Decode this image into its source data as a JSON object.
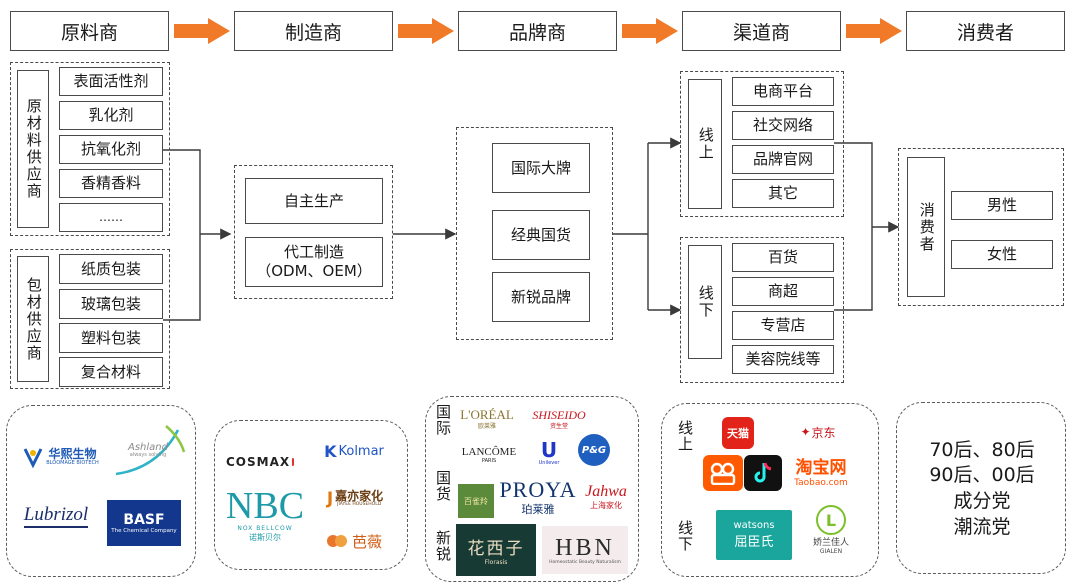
{
  "headers": [
    "原料商",
    "制造商",
    "品牌商",
    "渠道商",
    "消费者"
  ],
  "raw": {
    "group1_label": "原材料供应商",
    "group1_items": [
      "表面活性剂",
      "乳化剂",
      "抗氧化剂",
      "香精香料",
      "……"
    ],
    "group2_label": "包材供应商",
    "group2_items": [
      "纸质包装",
      "玻璃包装",
      "塑料包装",
      "复合材料"
    ]
  },
  "manufacturer": {
    "items": [
      "自主生产",
      "代工制造",
      "（ODM、OEM）"
    ]
  },
  "brand": {
    "items": [
      "国际大牌",
      "经典国货",
      "新锐品牌"
    ]
  },
  "channel": {
    "online_label": "线上",
    "online_items": [
      "电商平台",
      "社交网络",
      "品牌官网",
      "其它"
    ],
    "offline_label": "线下",
    "offline_items": [
      "百货",
      "商超",
      "专营店",
      "美容院线等"
    ]
  },
  "consumer": {
    "label": "消费者",
    "items": [
      "男性",
      "女性"
    ]
  },
  "logos": {
    "raw": {
      "huaxi": "华熙生物",
      "huaxi_sub": "BLOOMAGE BIOTECH",
      "ashland": "Ashland",
      "ashland_sub": "always solving",
      "lubrizol": "Lubrizol",
      "basf": "BASF",
      "basf_sub": "The Chemical Company"
    },
    "mfg": {
      "cosmax": "COSMAX",
      "kolmar": "Kolmar",
      "nbc": "NBC",
      "nbc_sub": "NOX BELLCOW",
      "nbc_cn": "诺斯贝尔",
      "jiayi": "嘉亦家化",
      "jiayi_sub": "JIAYEE HOUSEHOLD",
      "bawei": "芭薇"
    },
    "brand": {
      "intl_label": "国际",
      "domestic_label": "国货",
      "new_label": "新锐",
      "loreal": "L'ORÉAL",
      "loreal_cn": "欧莱雅",
      "shiseido": "SHISEIDO",
      "shiseido_cn": "资生堂",
      "lancome": "LANCÔME",
      "lancome_sub": "PARIS",
      "unilever": "Unilever",
      "pg": "P&G",
      "baique": "百雀羚",
      "proya": "PROYA",
      "proya_cn": "珀莱雅",
      "jahwa": "Jahwa",
      "jahwa_cn": "上海家化",
      "huaxizi": "花西子",
      "huaxizi_sub": "Florasis",
      "hbn": "HBN",
      "hbn_sub": "Homeostatic Beauty Naturalism"
    },
    "channel": {
      "online_label": "线上",
      "offline_label": "线下",
      "tmall": "天猫",
      "jd": "京东",
      "taobao": "淘宝网",
      "taobao_sub": "Taobao.com",
      "watsons": "watsons",
      "watsons_cn": "屈臣氏",
      "gialen": "娇兰佳人",
      "gialen_sub": "GIALEN"
    },
    "consumer": [
      "70后、80后",
      "90后、00后",
      "成分党",
      "潮流党"
    ]
  }
}
